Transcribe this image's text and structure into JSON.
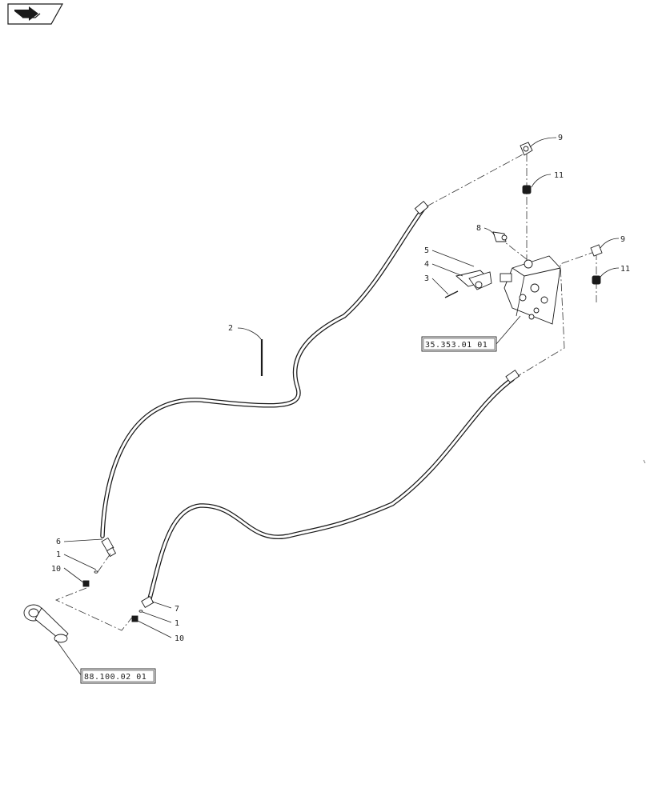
{
  "callouts": {
    "c9_top": "9",
    "c11_top": "11",
    "c8": "8",
    "c9_right": "9",
    "c5": "5",
    "c4": "4",
    "c3": "3",
    "c11_right": "11",
    "c2": "2",
    "c6": "6",
    "c1_left": "1",
    "c10_left": "10",
    "c7": "7",
    "c1_right": "1",
    "c10_right": "10"
  },
  "references": {
    "valve_ref": "35.353.01 01",
    "cylinder_ref": "88.100.02 01"
  },
  "icons": {
    "nav": "back-arrow-icon"
  }
}
